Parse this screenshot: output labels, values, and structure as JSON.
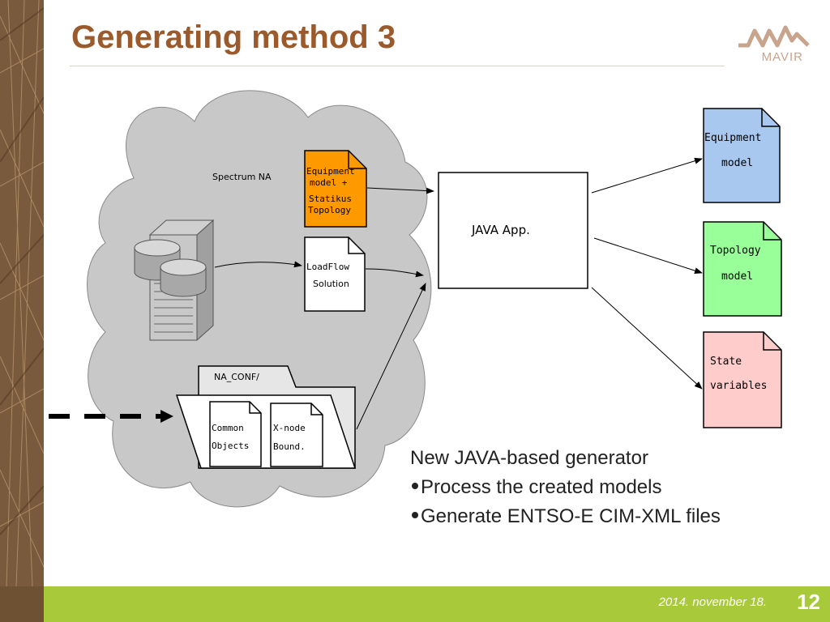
{
  "slide": {
    "title": "Generating method 3",
    "logo_text": "MAVIR",
    "date": "2014. november 18.",
    "page_number": "12"
  },
  "diagram": {
    "cloud_label": "Spectrum NA",
    "doc_equipment_topology": [
      "Equipment",
      "model  +",
      "Statikus",
      "Topology"
    ],
    "doc_loadflow": [
      "LoadFlow",
      "Solution"
    ],
    "folder_label": "NA_CONF/",
    "doc_common_objects": [
      "Common",
      "Objects"
    ],
    "doc_xnode": [
      "X-node",
      "Bound."
    ],
    "java_app_label": "JAVA App.",
    "output_equipment": [
      "Equipment",
      "model"
    ],
    "output_topology": [
      "Topology",
      "model"
    ],
    "output_state": [
      "State",
      "variables"
    ],
    "colors": {
      "cloud": "#c8c8c8",
      "equipment_input": "#ff9900",
      "equipment_output": "#a9c8ef",
      "topology_output": "#99ff99",
      "state_output": "#ffcccc"
    }
  },
  "text": {
    "heading": "New JAVA-based generator",
    "bullets": [
      "Process the created models",
      "Generate ENTSO-E CIM-XML files"
    ]
  }
}
